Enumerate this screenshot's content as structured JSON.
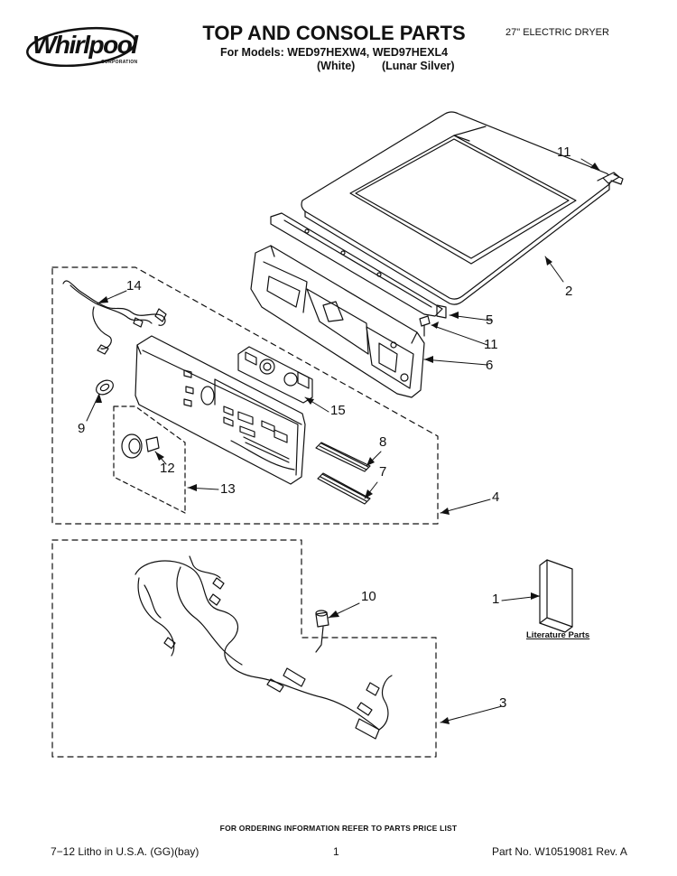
{
  "header": {
    "brand": "Whirlpool",
    "brand_sub": "CORPORATION",
    "title": "TOP AND CONSOLE PARTS",
    "models": "For Models: WED97HEXW4, WED97HEXL4",
    "color_1": "(White)",
    "color_2": "(Lunar Silver)",
    "product": "27\" ELECTRIC DRYER"
  },
  "callouts": {
    "c1": "1",
    "c2": "2",
    "c3": "3",
    "c4": "4",
    "c5": "5",
    "c6": "6",
    "c7": "7",
    "c8": "8",
    "c9": "9",
    "c10": "10",
    "c11a": "11",
    "c11b": "11",
    "c12": "12",
    "c13": "13",
    "c14": "14",
    "c15": "15"
  },
  "literature": {
    "label": "Literature Parts"
  },
  "footer": {
    "order_note": "FOR ORDERING INFORMATION REFER TO PARTS PRICE LIST",
    "litho": "7−12 Litho in U.S.A. (GG)(bay)",
    "page": "1",
    "part_no": "Part No. W10519081 Rev. A"
  }
}
